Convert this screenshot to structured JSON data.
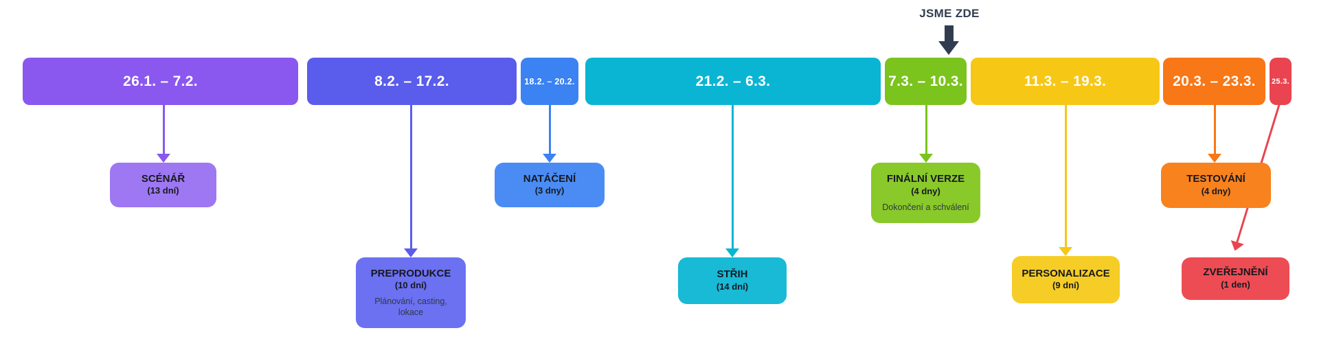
{
  "canvas": {
    "background": "#ffffff"
  },
  "here_marker": {
    "label": "JSME ZDE",
    "color": "#313d4f"
  },
  "text_colors": {
    "bar_text": "#ffffff",
    "task_title": "#17181f",
    "task_subtitle": "#2e3744"
  },
  "phases": [
    {
      "id": "scenar",
      "range": "26.1. – 7.2.",
      "title": "SCÉNÁŘ",
      "duration": "(13 dní)",
      "bar_color": "#8a57ef",
      "task_color": "#9d78f2",
      "arrow_color": "#8a57ef"
    },
    {
      "id": "preprodukce",
      "range": "8.2. – 17.2.",
      "title": "PREPRODUKCE",
      "duration": "(10 dní)",
      "subtitle": "Plánování, casting, lokace",
      "bar_color": "#5a5ceb",
      "task_color": "#6b71f1",
      "arrow_color": "#5a5ceb"
    },
    {
      "id": "nataceni",
      "range": "18.2. – 20.2.",
      "title": "NATÁČENÍ",
      "duration": "(3 dny)",
      "bar_color": "#3b82f2",
      "task_color": "#4a8cf4",
      "arrow_color": "#3b82f2"
    },
    {
      "id": "strih",
      "range": "21.2. – 6.3.",
      "title": "STŘIH",
      "duration": "(14 dní)",
      "bar_color": "#0ab5d3",
      "task_color": "#18bad6",
      "arrow_color": "#0ab5d3"
    },
    {
      "id": "finalni-verze",
      "range": "7.3. – 10.3.",
      "title": "FINÁLNÍ VERZE",
      "duration": "(4 dny)",
      "subtitle": "Dokončení a schválení",
      "bar_color": "#7bc31d",
      "task_color": "#89c92a",
      "arrow_color": "#7bc31d"
    },
    {
      "id": "personalizace",
      "range": "11.3. – 19.3.",
      "title": "PERSONALIZACE",
      "duration": "(9 dní)",
      "bar_color": "#f6c715",
      "task_color": "#f6cd26",
      "arrow_color": "#f6c715"
    },
    {
      "id": "testovani",
      "range": "20.3. – 23.3.",
      "title": "TESTOVÁNÍ",
      "duration": "(4 dny)",
      "bar_color": "#f87716",
      "task_color": "#f8821e",
      "arrow_color": "#f87716"
    },
    {
      "id": "zverejneni",
      "range": "25.3.",
      "title": "ZVEŘEJNĚNÍ",
      "duration": "(1 den)",
      "bar_color": "#e9444f",
      "task_color": "#ee4c54",
      "arrow_color": "#e9444f"
    }
  ]
}
